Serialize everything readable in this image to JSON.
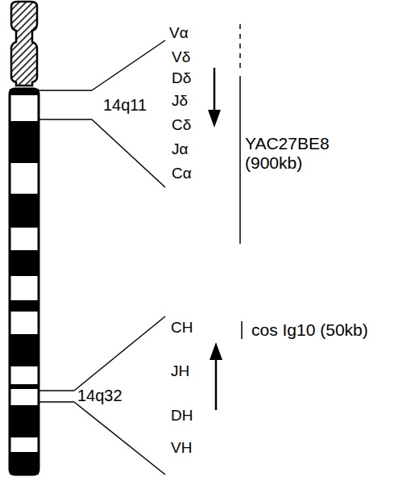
{
  "diagram": {
    "labels": [
      "Vα",
      "Vδ",
      "Dδ",
      "14q11",
      "Jδ",
      "Cδ",
      "Jα",
      "Cα",
      "YAC27BE8 (900kb)",
      "CH",
      "cos Ig10 (50kb)",
      "JH",
      "14q32",
      "DH",
      "VH"
    ]
  }
}
